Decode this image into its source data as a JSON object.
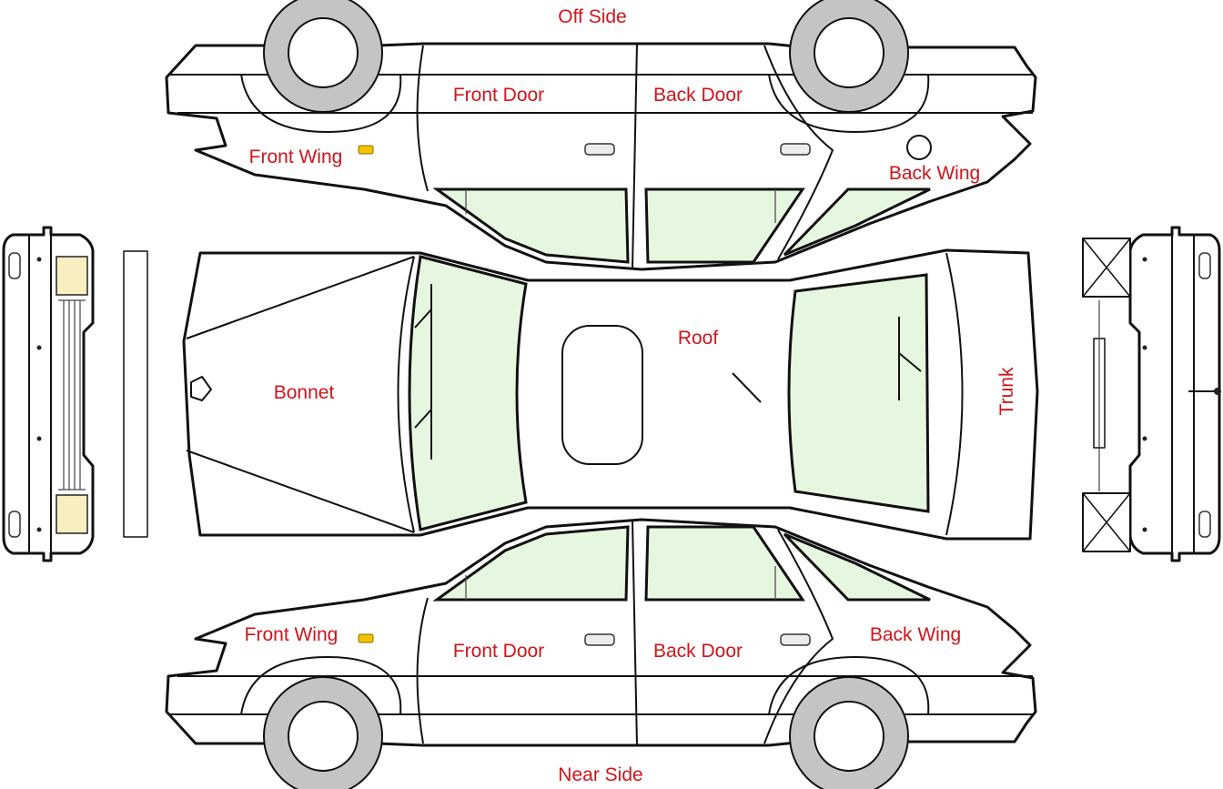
{
  "diagram": {
    "labels": {
      "off_side": "Off Side",
      "near_side": "Near Side",
      "bonnet": "Bonnet",
      "roof": "Roof",
      "trunk": "Trunk",
      "off_front_door": "Front Door",
      "off_back_door": "Back Door",
      "off_front_wing": "Front Wing",
      "off_back_wing": "Back Wing",
      "near_front_door": "Front Door",
      "near_back_door": "Back Door",
      "near_front_wing": "Front Wing",
      "near_back_wing": "Back Wing"
    },
    "colors": {
      "label": "#d0141b",
      "outline": "#111111",
      "glass": "#e6f7df",
      "tyre": "#c4c4c4",
      "light": "#f8eec0",
      "indicator": "#f2c200"
    }
  }
}
